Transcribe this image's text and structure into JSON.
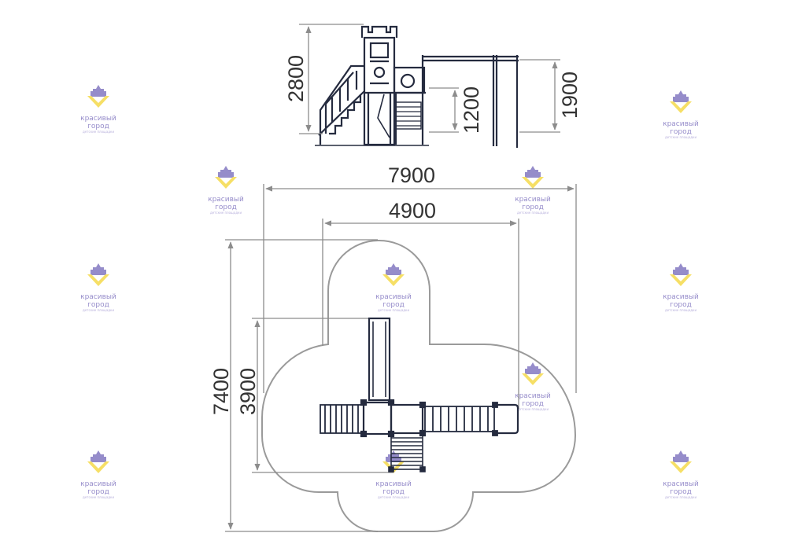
{
  "dimensions": {
    "side_total_height": "2800",
    "side_platform_height": "1200",
    "side_bar_height": "1900",
    "plan_outer_width": "7900",
    "plan_inner_width": "4900",
    "plan_outer_depth": "7400",
    "plan_inner_depth": "3900"
  },
  "watermark": {
    "line1": "красивый",
    "line2": "город",
    "tagline": "детские площадки"
  },
  "colors": {
    "equipment": "#252b3f",
    "dimension_line": "#8c8c8c",
    "safety_zone": "#9a9a9a",
    "watermark_yellow": "#f5dc55",
    "watermark_purple": "#8a7fc4"
  }
}
